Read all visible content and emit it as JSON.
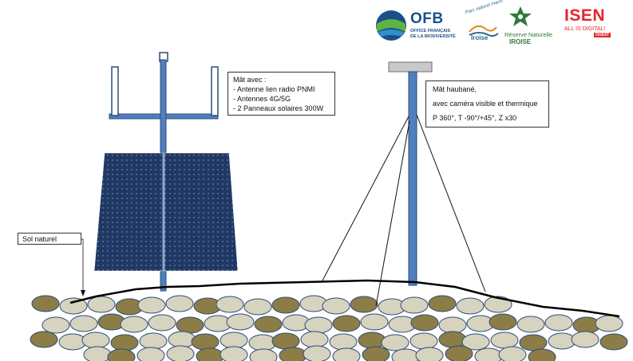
{
  "callouts": {
    "left_mast": {
      "title": "Mât avec :",
      "items": [
        "- Antenne lien radio PNMI",
        "- Antennes 4G/5G",
        "- 2 Panneaux solaires 300W"
      ]
    },
    "right_mast": {
      "line1": "Mât haubané,",
      "line2": "avec caméra visible et thermique",
      "line3": "P 360°, T -90°/+45°, Z x30"
    },
    "ground": {
      "label": "Sol naturel"
    }
  },
  "logos": {
    "ofb": {
      "name": "OFB",
      "sub1": "OFFICE FRANÇAIS",
      "sub2": "DE LA BIODIVERSITÉ"
    },
    "pnmi": {
      "arc": "Parc naturel marin",
      "name": "Iroise"
    },
    "rni": {
      "line1": "Réserve Naturelle",
      "line2": "IROISE"
    },
    "isen": {
      "name": "ISEN",
      "tagline": "ALL IS DIGITAL!",
      "badge": "OUEST"
    }
  },
  "icons": [
    "ofb-logo-icon",
    "pnmi-wave-icon",
    "rni-star-icon"
  ],
  "colors": {
    "mast": "#4f7fbd",
    "panel": "#203864",
    "stone_light": "#d6d3bf",
    "stone_dark": "#8c7d46",
    "stone_outline": "#2f4d78",
    "ground_line": "#000000",
    "ofb": "#1b4f88",
    "rni": "#2f7a36",
    "isen": "#e3262b"
  }
}
